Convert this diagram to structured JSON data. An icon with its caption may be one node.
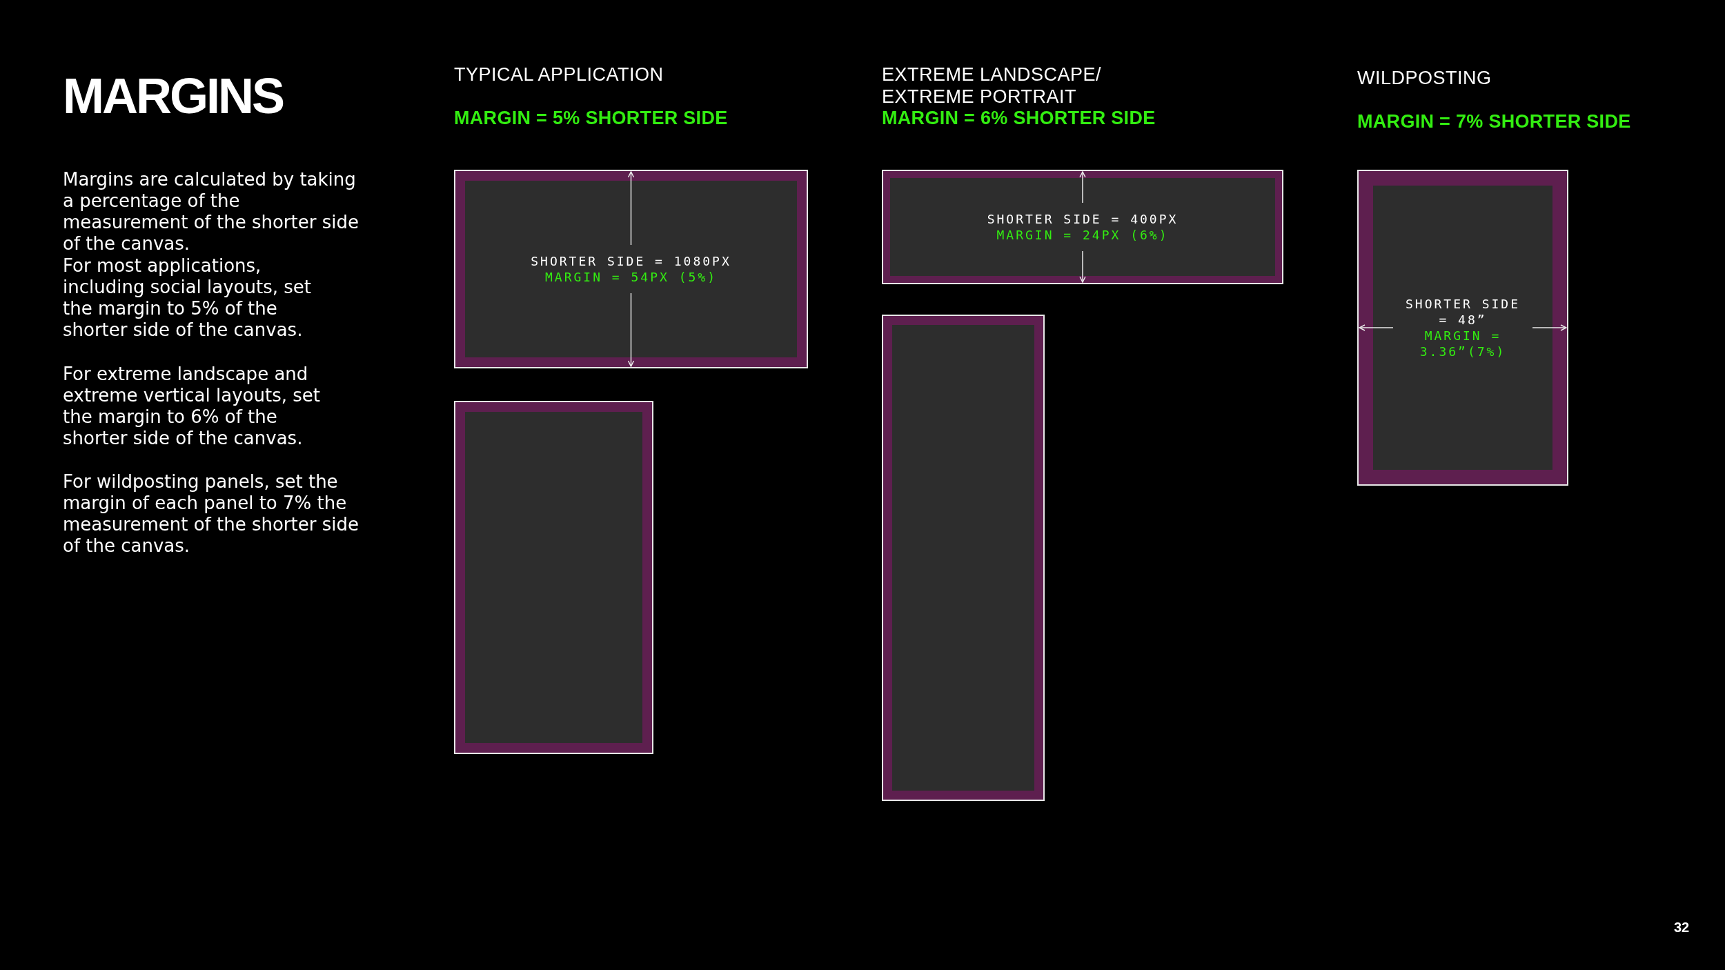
{
  "diagram": {
    "title": "MARGINS",
    "nodes": [
      {
        "text": [
          "SHORTER SIDE = 1080PX",
          "MARGIN = 54PX (5%)"
        ]
      },
      {
        "text": [],
        "shape": "box"
      },
      {
        "text": [
          "SHORTER SIDE = 400PX",
          "MARGIN = 24PX (6%)"
        ]
      },
      {
        "text": [],
        "shape": "box"
      },
      {
        "text": [
          "SHORTER SIDE = 48”",
          "MARGIN = 3.36”(7%)"
        ]
      }
    ],
    "labels": [
      "Margins are calculated by taking a percentage of the measurement of the shorter side of the canvas.",
      "For most applications, including social layouts, set the margin to 5% of the shorter side of the canvas.",
      "For extreme landscape and extreme vertical layouts, set the margin to 6% of the shorter side of the canvas.",
      "For wildposting panels, set the margin of each panel to 7% the measurement of the shorter side of the canvas.",
      "TYPICAL APPLICATION",
      "MARGIN = 5% SHORTER SIDE",
      "EXTREME LANDSCAPE/ EXTREME PORTRAIT",
      "MARGIN = 6% SHORTER SIDE",
      "WILDPOSTING",
      "MARGIN = 7% SHORTER SIDE",
      "32"
    ]
  }
}
